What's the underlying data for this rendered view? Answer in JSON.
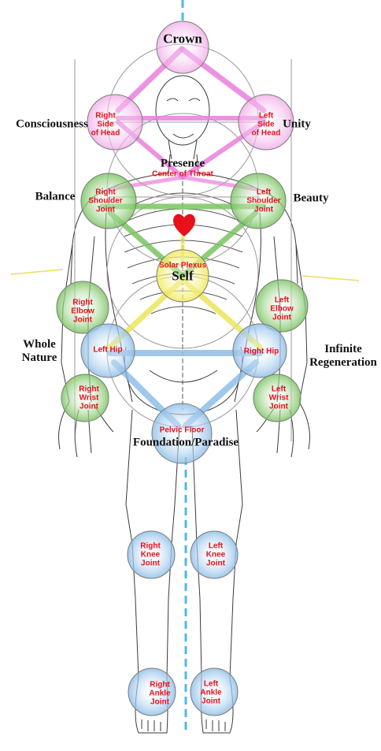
{
  "colors": {
    "pink": "#f0a6e6",
    "green": "#8fd07a",
    "yellow": "#f4f07a",
    "blue": "#a9cdf0",
    "heart": "#e8101a",
    "label_red": "#e8101a",
    "center_line": "#4fb8e6"
  },
  "nodes": [
    {
      "id": "crown",
      "label": "",
      "color": "pink"
    },
    {
      "id": "right-side-of-head",
      "label": "Right\nSide\nof Head",
      "color": "pink"
    },
    {
      "id": "left-side-of-head",
      "label": "Left\nSide\nof Head",
      "color": "pink"
    },
    {
      "id": "center-of-throat",
      "label": "Center of Throat",
      "color": "pink"
    },
    {
      "id": "right-shoulder-joint",
      "label": "Right\nShoulder\nJoint",
      "color": "green"
    },
    {
      "id": "left-shoulder-joint",
      "label": "Left\nShoulder\nJoint",
      "color": "green"
    },
    {
      "id": "solar-plexus",
      "label": "Solar Plexus",
      "color": "yellow"
    },
    {
      "id": "right-elbow-joint",
      "label": "Right\nElbow\nJoint",
      "color": "green"
    },
    {
      "id": "left-elbow-joint",
      "label": "Left\nElbow\nJoint",
      "color": "green"
    },
    {
      "id": "left-hip",
      "label": "Left Hip",
      "color": "blue"
    },
    {
      "id": "right-hip",
      "label": "Right Hip",
      "color": "blue"
    },
    {
      "id": "right-wrist-joint",
      "label": "Right\nWrist\nJoint",
      "color": "green"
    },
    {
      "id": "left-wrist-joint",
      "label": "Left\nWrist\nJoint",
      "color": "green"
    },
    {
      "id": "pelvic-floor",
      "label": "Pelvic Floor",
      "color": "blue"
    },
    {
      "id": "right-knee-joint",
      "label": "Right\nKnee\nJoint",
      "color": "blue"
    },
    {
      "id": "left-knee-joint",
      "label": "Left\nKnee\nJoint",
      "color": "blue"
    },
    {
      "id": "right-ankle-joint",
      "label": "Right\nAnkle\nJoint",
      "color": "blue"
    },
    {
      "id": "left-ankle-joint",
      "label": "Left\nAnkle\nJoint",
      "color": "blue"
    }
  ],
  "sefirot": {
    "crown": "Crown",
    "consciousness": "Consciousness",
    "unity": "Unity",
    "presence": "Presence",
    "balance": "Balance",
    "beauty": "Beauty",
    "self": "Self",
    "whole_nature": "Whole\nNature",
    "infinite_regeneration": "Infinite\nRegeneration",
    "foundation_paradise": "Foundation/Paradise"
  }
}
